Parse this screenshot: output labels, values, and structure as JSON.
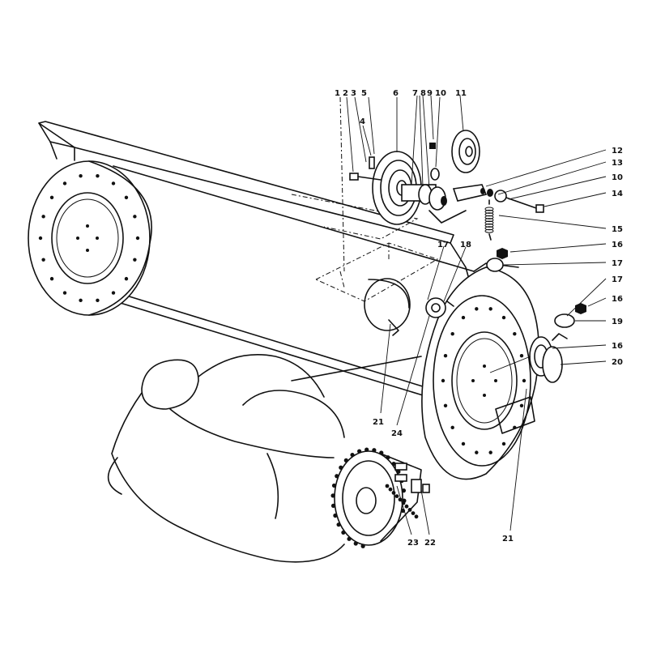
{
  "callouts": [
    {
      "id": "c1",
      "text": "1"
    },
    {
      "id": "c2",
      "text": "2"
    },
    {
      "id": "c3",
      "text": "3"
    },
    {
      "id": "c5",
      "text": "5"
    },
    {
      "id": "c4",
      "text": "4"
    },
    {
      "id": "c6",
      "text": "6"
    },
    {
      "id": "c7",
      "text": "7"
    },
    {
      "id": "c8",
      "text": "8"
    },
    {
      "id": "c9",
      "text": "9"
    },
    {
      "id": "c10a",
      "text": "10"
    },
    {
      "id": "c11",
      "text": "11"
    },
    {
      "id": "c12",
      "text": "12"
    },
    {
      "id": "c13",
      "text": "13"
    },
    {
      "id": "c10b",
      "text": "10"
    },
    {
      "id": "c14",
      "text": "14"
    },
    {
      "id": "c15",
      "text": "15"
    },
    {
      "id": "c16a",
      "text": "16"
    },
    {
      "id": "c17a",
      "text": "17"
    },
    {
      "id": "c17b",
      "text": "17"
    },
    {
      "id": "c18",
      "text": "18"
    },
    {
      "id": "c17c",
      "text": "17"
    },
    {
      "id": "c16b",
      "text": "16"
    },
    {
      "id": "c19",
      "text": "19"
    },
    {
      "id": "c16c",
      "text": "16"
    },
    {
      "id": "c20",
      "text": "20"
    },
    {
      "id": "c21a",
      "text": "21"
    },
    {
      "id": "c24",
      "text": "24"
    },
    {
      "id": "c21b",
      "text": "21"
    },
    {
      "id": "c23",
      "text": "23"
    },
    {
      "id": "c22",
      "text": "22"
    }
  ]
}
